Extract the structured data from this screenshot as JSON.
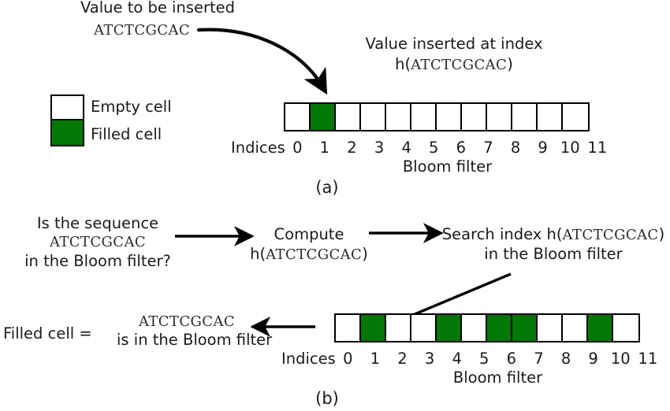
{
  "figure": {
    "title_a_caption": "(a)",
    "title_b_caption": "(b)",
    "colors": {
      "filled_cell": "#047805",
      "empty_cell": "#ffffff",
      "stroke": "#000000",
      "text": "#1a1a1a"
    }
  },
  "panel_a": {
    "value_header": "Value to be inserted",
    "value_sequence": "ATCTCGCAC",
    "inserted_label_line1": "Value inserted at index",
    "inserted_label_line2_prefix": "h(",
    "inserted_label_line2_seq": "ATCTCGCAC",
    "inserted_label_line2_suffix": ")",
    "legend": {
      "empty_label": "Empty cell",
      "filled_label": "Filled cell"
    },
    "indices_label": "Indices",
    "array_label": "Bloom filter",
    "indices": [
      "0",
      "1",
      "2",
      "3",
      "4",
      "5",
      "6",
      "7",
      "8",
      "9",
      "10",
      "11"
    ],
    "cells": [
      {
        "index": 0,
        "filled": false
      },
      {
        "index": 1,
        "filled": true
      },
      {
        "index": 2,
        "filled": false
      },
      {
        "index": 3,
        "filled": false
      },
      {
        "index": 4,
        "filled": false
      },
      {
        "index": 5,
        "filled": false
      },
      {
        "index": 6,
        "filled": false
      },
      {
        "index": 7,
        "filled": false
      },
      {
        "index": 8,
        "filled": false
      },
      {
        "index": 9,
        "filled": false
      },
      {
        "index": 10,
        "filled": false
      },
      {
        "index": 11,
        "filled": false
      }
    ],
    "caption": "(a)"
  },
  "panel_b": {
    "question_line1": "Is the sequence",
    "question_line2_seq": "ATCTCGCAC",
    "question_line3": "in the Bloom filter?",
    "compute_line1": "Compute",
    "compute_line2_prefix": "h(",
    "compute_line2_seq": "ATCTCGCAC",
    "compute_line2_suffix": ")",
    "search_line1_prefix": "Search index h(",
    "search_line1_seq": "ATCTCGCAC",
    "search_line1_suffix": ")",
    "search_line2": "in the Bloom filter",
    "result_prefix": "Filled cell =",
    "result_line1_seq": "ATCTCGCAC",
    "result_line2": "is in the Bloom filter",
    "indices_label": "Indices",
    "array_label": "Bloom filter",
    "indices": [
      "0",
      "1",
      "2",
      "3",
      "4",
      "5",
      "6",
      "7",
      "8",
      "9",
      "10",
      "11"
    ],
    "cells": [
      {
        "index": 0,
        "filled": false
      },
      {
        "index": 1,
        "filled": true
      },
      {
        "index": 2,
        "filled": false
      },
      {
        "index": 3,
        "filled": false
      },
      {
        "index": 4,
        "filled": true
      },
      {
        "index": 5,
        "filled": false
      },
      {
        "index": 6,
        "filled": true
      },
      {
        "index": 7,
        "filled": true
      },
      {
        "index": 8,
        "filled": false
      },
      {
        "index": 9,
        "filled": false
      },
      {
        "index": 10,
        "filled": true
      },
      {
        "index": 11,
        "filled": false
      }
    ],
    "caption": "(b)"
  }
}
